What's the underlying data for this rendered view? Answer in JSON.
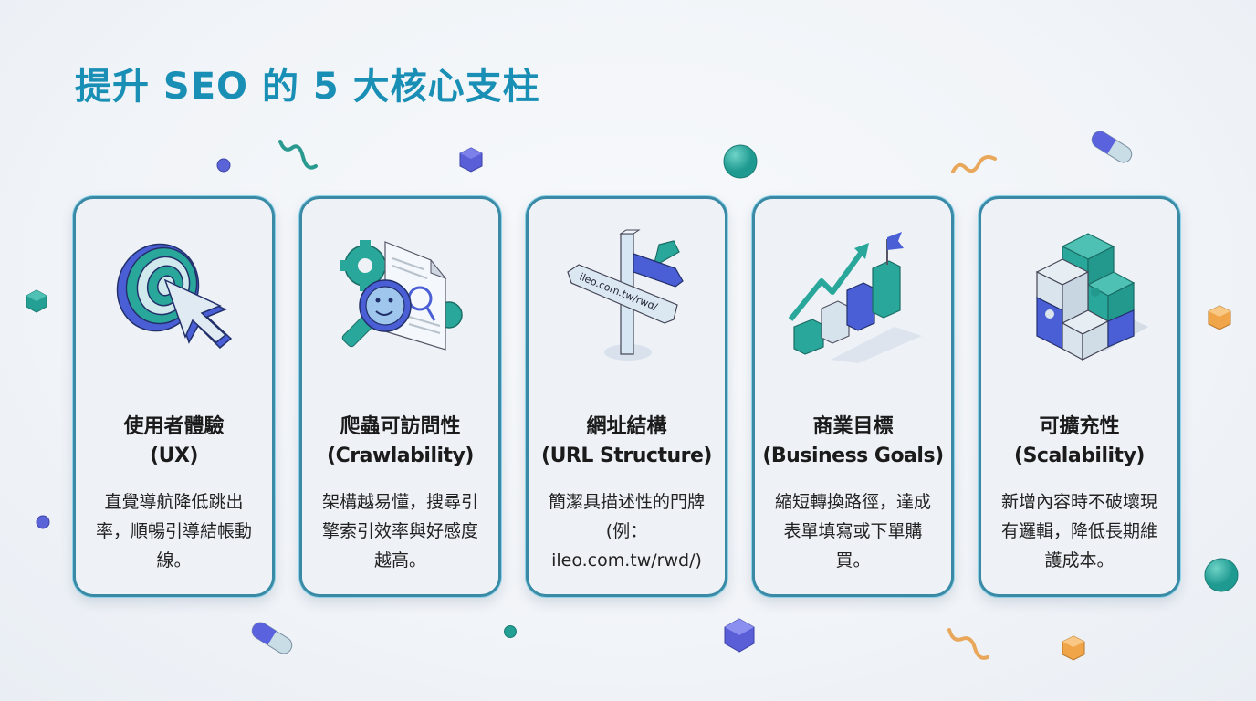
{
  "title": "提升 SEO 的 5 大核心支柱",
  "colors": {
    "title": "#1a8fb5",
    "card_border": "#3a8aa6",
    "card_bg": "#eef2f7",
    "teal": "#2aa79b",
    "blue": "#5a6fe0",
    "orange": "#f0a548"
  },
  "pillars": [
    {
      "icon": "target-cursor-icon",
      "title": "使用者體驗",
      "subtitle": "(UX)",
      "description": "直覺導航降低跳出率，順暢引導結帳動線。"
    },
    {
      "icon": "magnifier-document-gear-icon",
      "title": "爬蟲可訪問性",
      "subtitle": "(Crawlability)",
      "description": "架構越易懂，搜尋引擎索引效率與好感度越高。"
    },
    {
      "icon": "signpost-icon",
      "title": "網址結構",
      "subtitle": "(URL Structure)",
      "description": "簡潔具描述性的門牌 (例：ileo.com.tw/rwd/)",
      "sign_text": "ileo.com.tw/rwd/"
    },
    {
      "icon": "growth-chart-flag-icon",
      "title": "商業目標",
      "subtitle": "(Business Goals)",
      "description": "縮短轉換路徑，達成表單填寫或下單購買。"
    },
    {
      "icon": "puzzle-cubes-icon",
      "title": "可擴充性",
      "subtitle": "(Scalability)",
      "description": "新增內容時不破壞現有邏輯，降低長期維護成本。"
    }
  ]
}
